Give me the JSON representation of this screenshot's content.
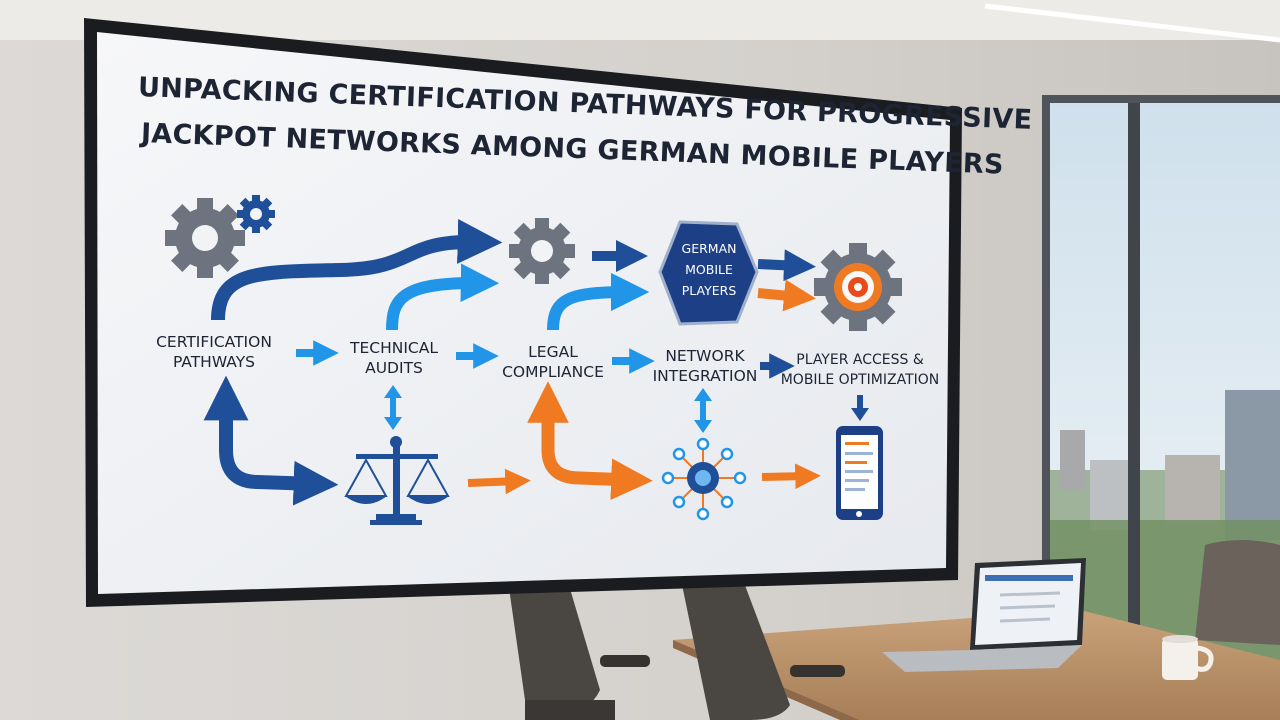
{
  "screen": {
    "title_lines": [
      "Unpacking Certification Pathways for Progressive",
      "Jackpot Networks Among German Mobile Players"
    ],
    "hexagon_label": [
      "German",
      "Mobile",
      "Players"
    ],
    "steps": [
      {
        "line1": "Certification",
        "line2": "Pathways"
      },
      {
        "line1": "Technical",
        "line2": "Audits"
      },
      {
        "line1": "Legal",
        "line2": "Compliance"
      },
      {
        "line1": "Network",
        "line2": "Integration"
      },
      {
        "line1": "Player Access &",
        "line2": "Mobile Optimization"
      }
    ]
  },
  "colors": {
    "dark_blue": "#1f4f98",
    "light_blue": "#2196e8",
    "orange": "#f07a22",
    "gear_gray": "#6d7480",
    "hexagon": "#1c3f86"
  },
  "icons": [
    "gear-icon",
    "scales-of-justice-icon",
    "network-hub-icon",
    "smartphone-icon",
    "target-gear-icon"
  ]
}
